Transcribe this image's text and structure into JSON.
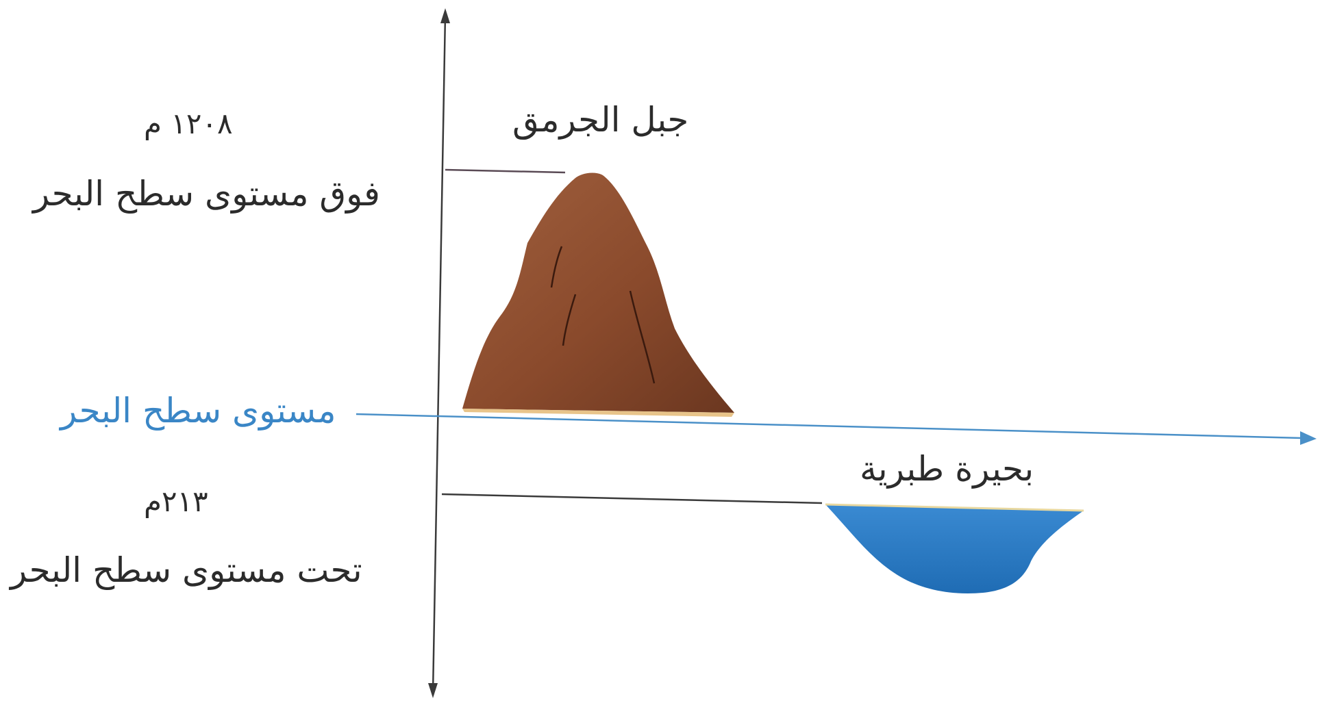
{
  "labels": {
    "mountain_name": "جبل الجرمق",
    "mountain_height": "١٢٠٨ م",
    "mountain_height_desc": "فوق مستوى سطح البحر",
    "sea_level": "مستوى سطح البحر",
    "lake_name": "بحيرة طبرية",
    "lake_depth": "٢١٣م",
    "lake_depth_desc": "تحت مستوى سطح البحر"
  },
  "colors": {
    "mountain": "#8a4a2c",
    "mountain_dark": "#6b3720",
    "lake": "#2f7fc8",
    "sea_line": "#4a90c8",
    "axis": "#3a3a3a",
    "reference_line": "#5a4a55"
  }
}
